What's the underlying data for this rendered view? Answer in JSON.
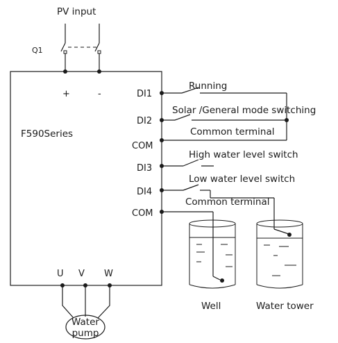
{
  "pv_input": {
    "label": "PV input",
    "breaker_label": "Q1",
    "plus": "+",
    "minus": "-"
  },
  "inverter": {
    "series_label": "F590Series"
  },
  "terminals": {
    "di1": "DI1",
    "di2": "DI2",
    "com1": "COM",
    "di3": "DI3",
    "di4": "DI4",
    "com2": "COM",
    "u": "U",
    "v": "V",
    "w": "W"
  },
  "signals": {
    "running": "Running",
    "mode_switching": "Solar /General mode switching",
    "common_terminal_1": "Common terminal",
    "high_water": "High water level switch",
    "low_water": "Low water level switch",
    "common_terminal_2": "Common terminal"
  },
  "pump": {
    "line1": "Water",
    "line2": "pump"
  },
  "tanks": {
    "well": "Well",
    "tower": "Water tower"
  }
}
